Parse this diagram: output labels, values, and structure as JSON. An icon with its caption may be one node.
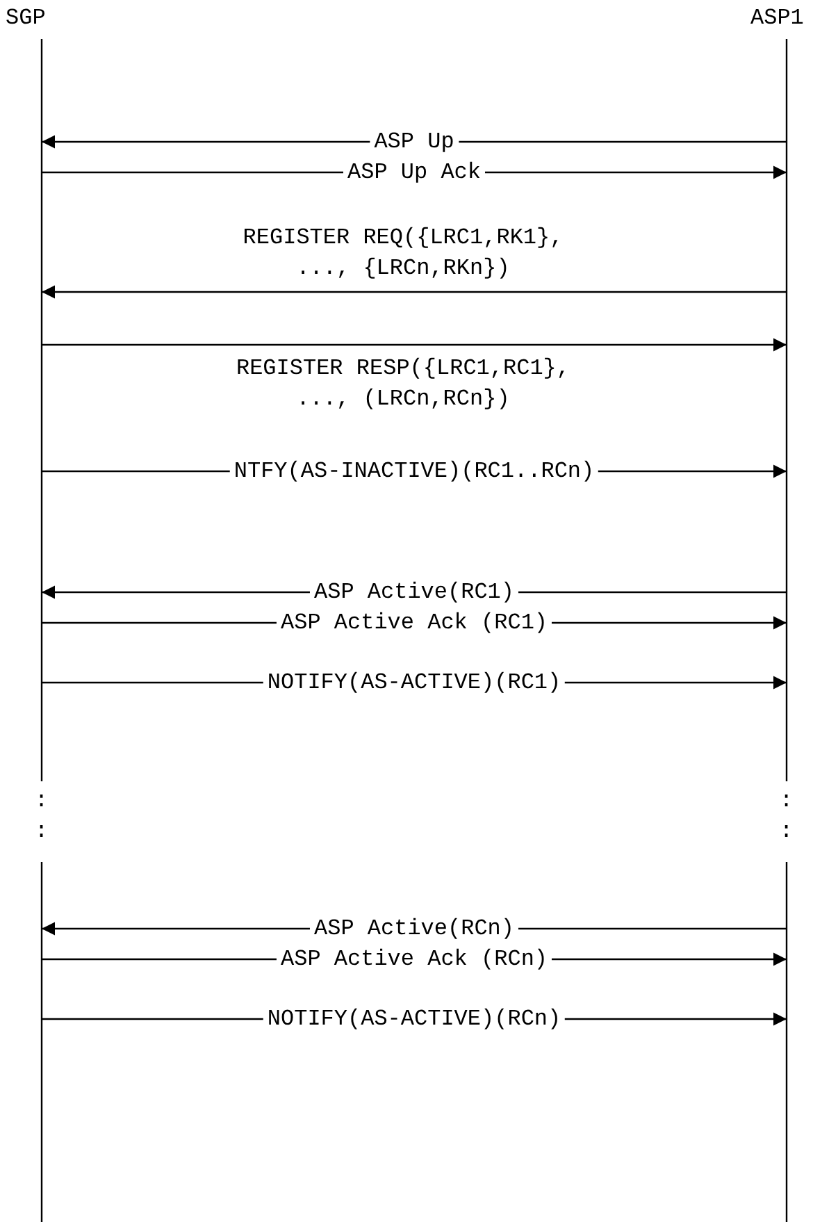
{
  "diagram": {
    "nodes": [
      {
        "text": [
          "SGP"
        ]
      },
      {
        "text": [
          "ASP1"
        ]
      }
    ],
    "edges": [
      {
        "from": 1,
        "to": 0,
        "arrow": "to",
        "label": "ASP Up"
      },
      {
        "from": 0,
        "to": 1,
        "arrow": "to",
        "label": "ASP Up Ack"
      },
      {
        "from": 1,
        "to": 0,
        "arrow": "to",
        "label": "REGISTER REQ({LRC1,RK1}, ..., {LRCn,RKn})"
      },
      {
        "from": 0,
        "to": 1,
        "arrow": "to",
        "label": "REGISTER RESP({LRC1,RC1}, ..., (LRCn,RCn})"
      },
      {
        "from": 0,
        "to": 1,
        "arrow": "to",
        "label": "NTFY(AS-INACTIVE)(RC1..RCn)"
      },
      {
        "from": 1,
        "to": 0,
        "arrow": "to",
        "label": "ASP Active(RC1)"
      },
      {
        "from": 0,
        "to": 1,
        "arrow": "to",
        "label": "ASP Active Ack (RC1)"
      },
      {
        "from": 0,
        "to": 1,
        "arrow": "to",
        "label": "NOTIFY(AS-ACTIVE)(RC1)"
      },
      {
        "from": 1,
        "to": 0,
        "arrow": "to",
        "label": "ASP Active(RCn)"
      },
      {
        "from": 0,
        "to": 1,
        "arrow": "to",
        "label": "ASP Active Ack (RCn)"
      },
      {
        "from": 0,
        "to": 1,
        "arrow": "to",
        "label": "NOTIFY(AS-ACTIVE)(RCn)"
      }
    ],
    "labels": [
      ":",
      ":",
      ":",
      ":"
    ]
  }
}
